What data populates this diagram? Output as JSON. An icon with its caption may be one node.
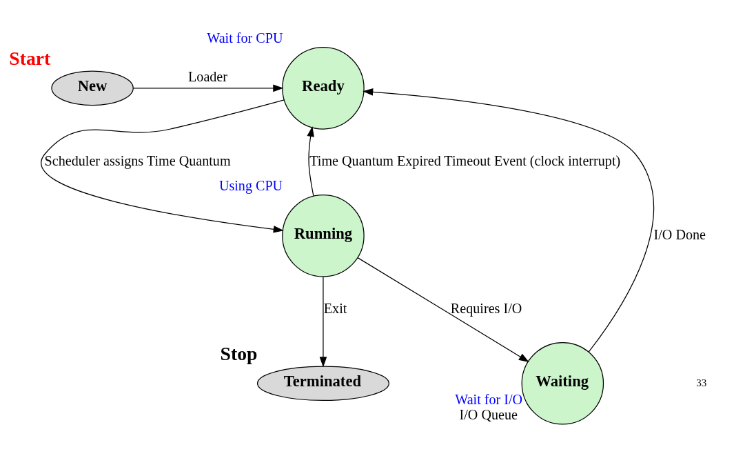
{
  "diagram": {
    "nodes": [
      {
        "text": [
          "New"
        ],
        "beside": [
          "Start"
        ]
      },
      {
        "text": [
          "Ready"
        ],
        "beside": [
          "Wait for CPU"
        ]
      },
      {
        "text": [
          "Running"
        ],
        "beside": [
          "Using CPU"
        ]
      },
      {
        "text": [
          "Waiting"
        ],
        "beside": [
          "Wait for I/O",
          "I/O Queue"
        ]
      },
      {
        "text": [
          "Terminated"
        ],
        "beside": [
          "Stop"
        ]
      }
    ],
    "edges": [
      {
        "from": 0,
        "to": 1,
        "arrow": "to",
        "label": "Loader"
      },
      {
        "from": 1,
        "to": 2,
        "arrow": "to",
        "label": "Scheduler assigns Time Quantum"
      },
      {
        "from": 2,
        "to": 1,
        "arrow": "to",
        "label": "Time Quantum Expired Timeout Event (clock interrupt)"
      },
      {
        "from": 2,
        "to": 3,
        "arrow": "to",
        "label": "Requires I/O"
      },
      {
        "from": 3,
        "to": 1,
        "arrow": "to",
        "label": "I/O Done"
      },
      {
        "from": 2,
        "to": 4,
        "arrow": "to",
        "label": "Exit"
      }
    ],
    "labels": [
      "33"
    ]
  }
}
